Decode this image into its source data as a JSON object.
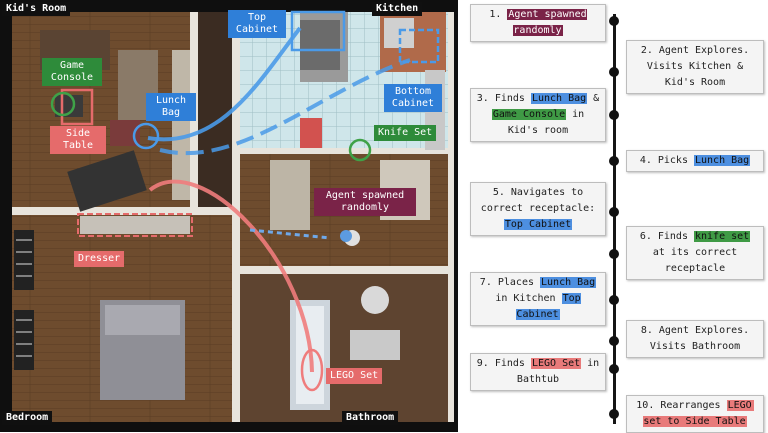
{
  "scene": {
    "rooms": {
      "kids_room": "Kid's Room",
      "kitchen": "Kitchen",
      "bedroom": "Bedroom",
      "bathroom": "Bathroom"
    },
    "labels": {
      "top_cabinet": "Top\nCabinet",
      "bottom_cabinet": "Bottom\nCabinet",
      "knife_set": "Knife Set",
      "game_console": "Game\nConsole",
      "lunch_bag": "Lunch\nBag",
      "side_table": "Side\nTable",
      "agent_spawned": "Agent spawned\nrandomly",
      "dresser": "Dresser",
      "lego_set": "LEGO Set"
    },
    "colors": {
      "blue": "#2f7fd8",
      "green": "#2e8b3a",
      "red": "#e56b6b",
      "maroon": "#7a2348"
    }
  },
  "timeline": {
    "steps": [
      {
        "number": "1.",
        "parts": [
          {
            "text": "Agent spawned randomly",
            "hl": "maroon"
          }
        ]
      },
      {
        "number": "2.",
        "parts": [
          {
            "text": "Agent Explores. Visits Kitchen & Kid's Room",
            "hl": ""
          }
        ]
      },
      {
        "number": "3.",
        "parts": [
          {
            "text": "Finds ",
            "hl": ""
          },
          {
            "text": "Lunch Bag",
            "hl": "blue"
          },
          {
            "text": " & ",
            "hl": ""
          },
          {
            "text": "Game Console",
            "hl": "green"
          },
          {
            "text": " in Kid's room",
            "hl": ""
          }
        ]
      },
      {
        "number": "4.",
        "parts": [
          {
            "text": "Picks ",
            "hl": ""
          },
          {
            "text": "Lunch Bag",
            "hl": "blue"
          }
        ]
      },
      {
        "number": "5.",
        "parts": [
          {
            "text": "Navigates to correct receptacle: ",
            "hl": ""
          },
          {
            "text": "Top Cabinet",
            "hl": "blue"
          }
        ]
      },
      {
        "number": "6.",
        "parts": [
          {
            "text": "Finds ",
            "hl": ""
          },
          {
            "text": "knife set",
            "hl": "green"
          },
          {
            "text": " at its correct receptacle",
            "hl": ""
          }
        ]
      },
      {
        "number": "7.",
        "parts": [
          {
            "text": "Places ",
            "hl": ""
          },
          {
            "text": "Lunch Bag",
            "hl": "blue"
          },
          {
            "text": " in Kitchen ",
            "hl": ""
          },
          {
            "text": "Top Cabinet",
            "hl": "blue"
          }
        ]
      },
      {
        "number": "8.",
        "parts": [
          {
            "text": "Agent Explores. Visits Bathroom",
            "hl": ""
          }
        ]
      },
      {
        "number": "9.",
        "parts": [
          {
            "text": "Finds ",
            "hl": ""
          },
          {
            "text": "LEGO Set",
            "hl": "red"
          },
          {
            "text": " in Bathtub",
            "hl": ""
          }
        ]
      },
      {
        "number": "10.",
        "parts": [
          {
            "text": "Rearranges ",
            "hl": ""
          },
          {
            "text": "LEGO",
            "hl": "red"
          },
          {
            "text": " set to Side Table",
            "hl": "red"
          }
        ]
      }
    ]
  }
}
